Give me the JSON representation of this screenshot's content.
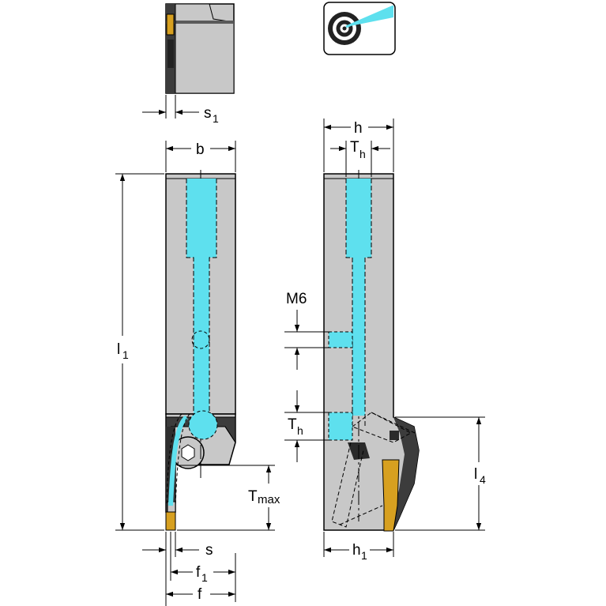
{
  "dimensions": {
    "s1": {
      "base": "s",
      "sub": "1"
    },
    "b": {
      "base": "b",
      "sub": ""
    },
    "l1": {
      "base": "l",
      "sub": "1"
    },
    "Tmax": {
      "base": "T",
      "sub": "max"
    },
    "s": {
      "base": "s",
      "sub": ""
    },
    "f1": {
      "base": "f",
      "sub": "1"
    },
    "f": {
      "base": "f",
      "sub": ""
    },
    "h": {
      "base": "h",
      "sub": ""
    },
    "Th_top": {
      "base": "T",
      "sub": "h"
    },
    "M6": {
      "base": "M6",
      "sub": ""
    },
    "Th_side": {
      "base": "T",
      "sub": "h"
    },
    "l4": {
      "base": "l",
      "sub": "4"
    },
    "h1": {
      "base": "h",
      "sub": "1"
    }
  },
  "colors": {
    "body": "#c8c8c8",
    "dark": "#3c3c3c",
    "coolant": "#5ee0ee",
    "insert": "#d7a020",
    "outline": "#000000"
  },
  "icons": {
    "coolant_symbol": "internal-coolant-icon"
  }
}
